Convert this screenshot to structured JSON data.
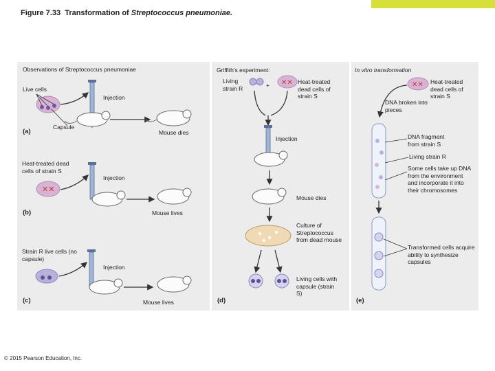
{
  "figure": {
    "label": "Figure 7.33",
    "title_prefix": "Transformation of",
    "title_italic": "Streptococcus pneumoniae."
  },
  "panels": {
    "observations_header": "Observations of Streptococcus pneumoniae",
    "griffith_header": "Griffith's experiment:",
    "invitro_header": "In vitro transformation"
  },
  "panel_a": {
    "letter": "(a)",
    "live_cells": "Live cells",
    "injection": "Injection",
    "capsule": "Capsule",
    "outcome": "Mouse dies"
  },
  "panel_b": {
    "letter": "(b)",
    "heat_treated": "Heat-treated dead cells of strain S",
    "injection": "Injection",
    "outcome": "Mouse lives"
  },
  "panel_c": {
    "letter": "(c)",
    "strain_r": "Strain R live cells (no capsule)",
    "injection": "Injection",
    "outcome": "Mouse lives"
  },
  "panel_d": {
    "letter": "(d)",
    "living_strain_r": "Living strain R",
    "plus": "+",
    "heat_treated": "Heat-treated dead cells of strain S",
    "injection": "Injection",
    "mouse_dies": "Mouse dies",
    "culture": "Culture of Streptococcus from dead mouse",
    "living_capsule": "Living cells with capsule (strain S)"
  },
  "panel_e": {
    "letter": "(e)",
    "heat_treated": "Heat-treated dead cells of strain S",
    "dna_broken": "DNA broken into pieces",
    "dna_fragment": "DNA fragment from strain S",
    "living_strain_r": "Living strain R",
    "uptake": "Some cells take up DNA from the environment and incorporate it into their chromosomes",
    "transformed": "Transformed cells acquire ability to synthesize capsules"
  },
  "copyright": "© 2015 Pearson Education, Inc.",
  "colors": {
    "accent_bar": "#d7df3a",
    "panel_bg": "#ececec",
    "cell_pink": "#d9b3d6",
    "cell_purple": "#9a90c4",
    "cross_red": "#c0392b",
    "culture_dish": "#f0d9b5"
  }
}
